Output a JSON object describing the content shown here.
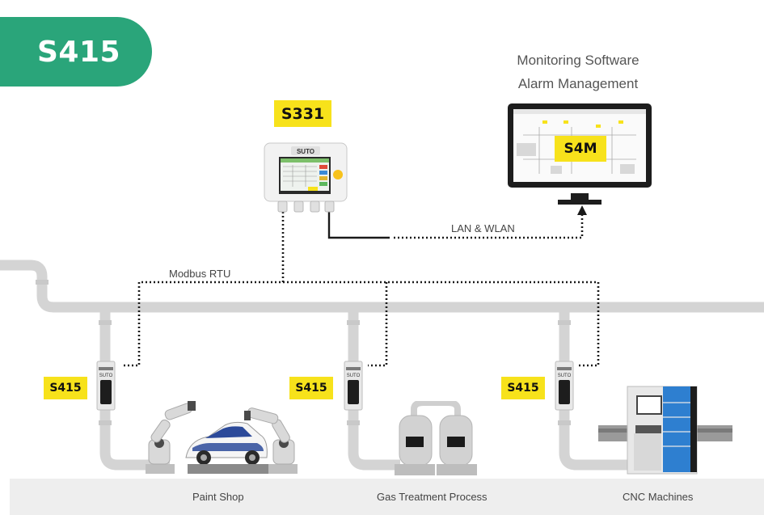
{
  "badge": {
    "label": "S415",
    "color": "#2aa57a"
  },
  "colors": {
    "accent": "#f7e21b",
    "pipe": "#d3d3d3",
    "floor": "#eeeeee",
    "wire": "#1a1a1a"
  },
  "controller": {
    "tag": "S331",
    "brand": "SUTO"
  },
  "monitor": {
    "tag": "S4M",
    "caption_line1": "Monitoring Software",
    "caption_line2": "Alarm Management"
  },
  "links": {
    "lan": "LAN & WLAN",
    "modbus": "Modbus RTU"
  },
  "sensors": [
    {
      "tag": "S415",
      "brand": "SUTO"
    },
    {
      "tag": "S415",
      "brand": "SUTO"
    },
    {
      "tag": "S415",
      "brand": "SUTO"
    }
  ],
  "stations": [
    {
      "label": "Paint Shop",
      "icon": "paint-robot-icon"
    },
    {
      "label": "Gas Treatment Process",
      "icon": "gas-tank-icon"
    },
    {
      "label": "CNC Machines",
      "icon": "cnc-machine-icon"
    }
  ]
}
